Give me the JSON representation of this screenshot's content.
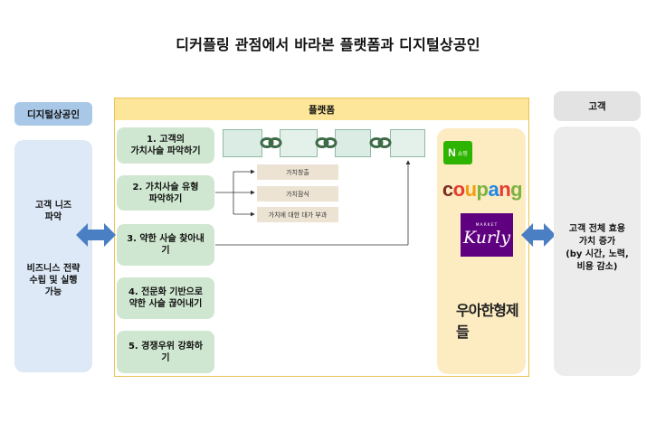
{
  "title": "디커플링 관점에서 바라본 플랫폼과 디지털상공인",
  "left": {
    "header": "디지털상공인",
    "lines1": [
      "고객 니즈",
      "파악"
    ],
    "lines2": [
      "비즈니스 전략",
      "수립 및 실행",
      "가능"
    ]
  },
  "platform": {
    "header": "플랫폼",
    "steps": [
      {
        "lines": [
          "1.  고객의",
          "가치사슬 파악하기"
        ]
      },
      {
        "lines": [
          "2. 가치사슬 유형",
          "파악하기"
        ]
      },
      {
        "lines": [
          "3. 약한 사슬 찾아내",
          "기"
        ]
      },
      {
        "lines": [
          "4. 전문화 기반으로",
          "약한 사슬 끊어내기"
        ]
      },
      {
        "lines": [
          "5. 경쟁우위 강화하",
          "기"
        ]
      }
    ],
    "value_types": [
      "가치창출",
      "가치잠식",
      "가치에 대한 대가 부과"
    ]
  },
  "brands": {
    "naver_letter": "N",
    "naver_label": "쇼핑",
    "coupang": "coupang",
    "kurly_small": "MARKET",
    "kurly": "Kurly",
    "brothers": "우아한형제들"
  },
  "right": {
    "header": "고객",
    "lines": [
      "고객 전체 효용",
      "가치 증가",
      "(by 시간, 노력,",
      "비용 감소)"
    ]
  },
  "colors": {
    "left_header": "#a9c8e7",
    "left_panel": "#dde9f6",
    "platform_header": "#fde59a",
    "platform_border": "#e8c253",
    "step": "#cfe7d0",
    "brands_panel": "#fdebc1",
    "arrow": "#4a7fc4",
    "right_header": "#e3e3e3",
    "right_panel": "#ececec",
    "chain": "#3d6b47",
    "coupang": [
      "#7b2d1f",
      "#e63b2e",
      "#f39c12",
      "#7cb342",
      "#1e88e5",
      "#e63b2e",
      "#7cb342"
    ],
    "naver": "#2db400",
    "kurly": "#5f0080"
  },
  "icons": [
    "chain-link-icon",
    "double-arrow-icon",
    "arrow-icon"
  ]
}
